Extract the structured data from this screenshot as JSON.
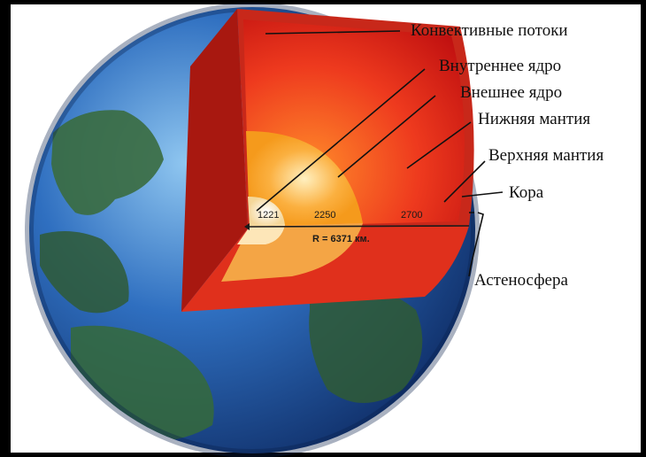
{
  "labels": {
    "convective": "Конвективные потоки",
    "inner_core": "Внутреннее ядро",
    "outer_core": "Внешнее ядро",
    "lower_mantle": "Нижняя мантия",
    "upper_mantle": "Верхняя мантия",
    "crust": "Кора",
    "asthenosphere": "Астеносфера"
  },
  "radius_marks": {
    "inner": "1221",
    "outer": "2250",
    "mantle": "2700"
  },
  "radius_label": "R = 6371 км.",
  "colors": {
    "background": "#000000",
    "panel": "#ffffff",
    "ocean": "#2f6fc0",
    "land": "#2c5a3a",
    "mantle": "#e8221a",
    "outer_core": "#f7a020",
    "inner_core": "#fbe7b0"
  }
}
